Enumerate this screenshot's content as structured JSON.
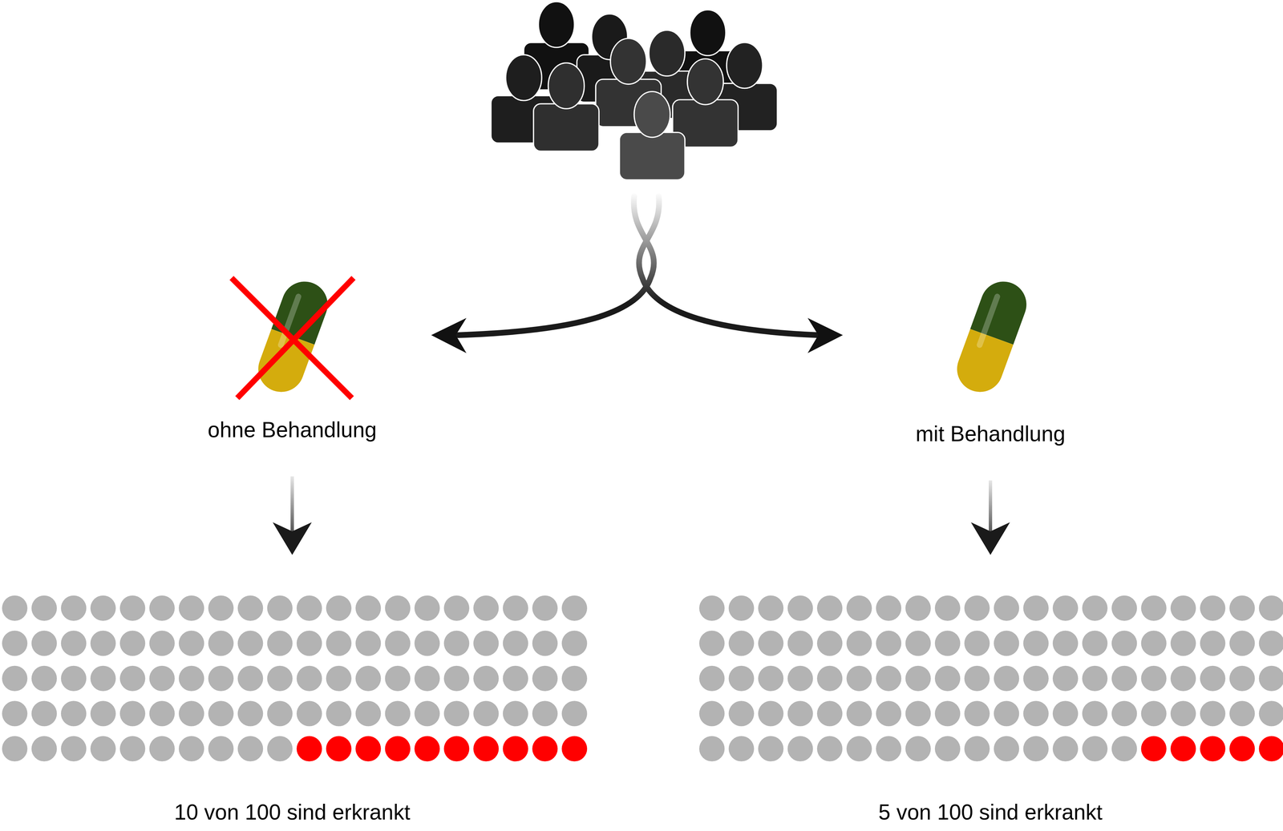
{
  "diagram": {
    "nodes": [
      {
        "text": [
          "ohne Behandlung"
        ]
      },
      {
        "text": [
          "mit Behandlung"
        ]
      },
      {
        "text": [
          "10 von 100 sind erkrankt"
        ]
      },
      {
        "text": [
          "5 von 100 sind erkrankt"
        ]
      }
    ],
    "edges": [
      {
        "from": 0,
        "to": 2,
        "arrow": "to"
      },
      {
        "from": 1,
        "to": 3,
        "arrow": "to"
      }
    ]
  }
}
